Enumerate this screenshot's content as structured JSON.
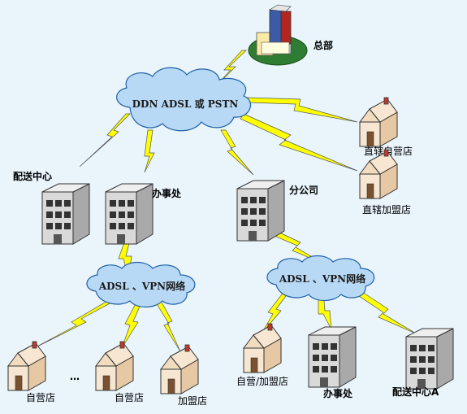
{
  "clouds": {
    "top": "DDN ADSL 或 PSTN",
    "left": "ADSL 、VPN网络",
    "right": "ADSL 、VPN网络"
  },
  "labels": {
    "hq": "总部",
    "distribution_center": "配送中心",
    "office": "办事处",
    "branch": "分公司",
    "direct_store": "直辖自营店",
    "direct_franchise": "直辖加盟店",
    "own_store_1": "自营店",
    "ellipsis": "…",
    "own_store_2": "自营店",
    "franchise_store": "加盟店",
    "own_franchise": "自营/加盟店",
    "office_b": "办事处",
    "distribution_center_a": "配送中心A"
  },
  "colors": {
    "background": "#e9f5fb",
    "cloud": "#b7d9f5",
    "bolt": "#ffff00",
    "house_wall": "#f7e7d2",
    "house_roof": "#d97a2b",
    "building": "#c6c6c6"
  }
}
